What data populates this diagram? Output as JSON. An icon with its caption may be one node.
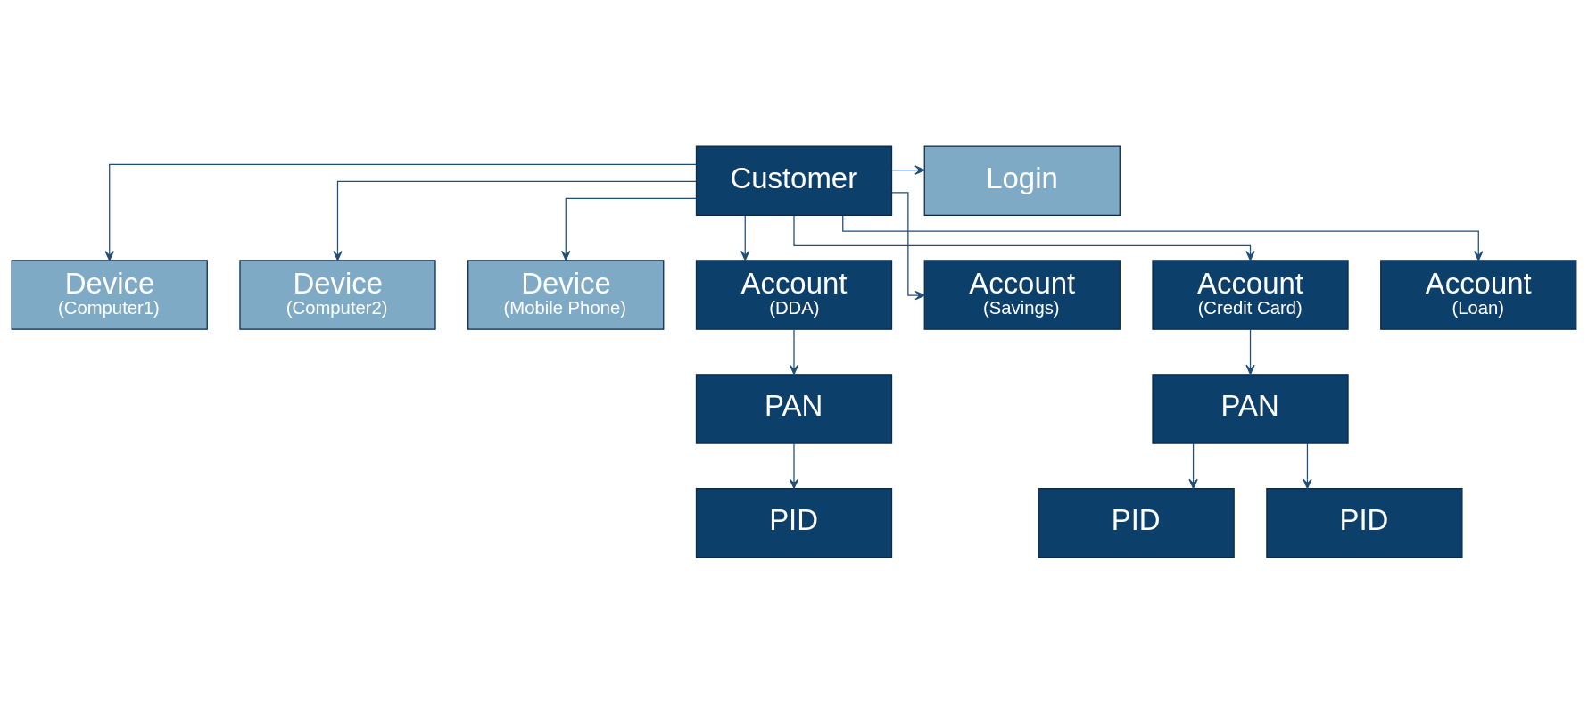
{
  "diagram": {
    "nodes": [
      {
        "text": [
          "Login"
        ]
      },
      {
        "text": [
          "Customer"
        ]
      },
      {
        "text": [
          "Device",
          "(Computer1)"
        ]
      },
      {
        "text": [
          "Device",
          "(Computer2)"
        ]
      },
      {
        "text": [
          "Device",
          "(Mobile Phone)"
        ]
      },
      {
        "text": [
          "Account",
          "(DDA)"
        ]
      },
      {
        "text": [
          "Account",
          "(Savings)"
        ]
      },
      {
        "text": [
          "Account",
          "(Credit Card)"
        ]
      },
      {
        "text": [
          "Account",
          "(Loan)"
        ]
      },
      {
        "text": [
          "PAN"
        ]
      },
      {
        "text": [
          "PAN"
        ]
      },
      {
        "text": [
          "PID"
        ]
      },
      {
        "text": [
          "PID"
        ]
      },
      {
        "text": [
          "PID"
        ]
      }
    ],
    "edges": [
      {
        "from": 1,
        "to": 0,
        "arrow": "to"
      },
      {
        "from": 1,
        "to": 2,
        "arrow": "to"
      },
      {
        "from": 1,
        "to": 3,
        "arrow": "to"
      },
      {
        "from": 1,
        "to": 4,
        "arrow": "to"
      },
      {
        "from": 1,
        "to": 5,
        "arrow": "to"
      },
      {
        "from": 1,
        "to": 6,
        "arrow": "to"
      },
      {
        "from": 1,
        "to": 7,
        "arrow": "to"
      },
      {
        "from": 1,
        "to": 8,
        "arrow": "to"
      },
      {
        "from": 5,
        "to": 9,
        "arrow": "to"
      },
      {
        "from": 7,
        "to": 10,
        "arrow": "to"
      },
      {
        "from": 9,
        "to": 11,
        "arrow": "to"
      },
      {
        "from": 10,
        "to": 12,
        "arrow": "to"
      },
      {
        "from": 10,
        "to": 13,
        "arrow": "to"
      }
    ]
  }
}
